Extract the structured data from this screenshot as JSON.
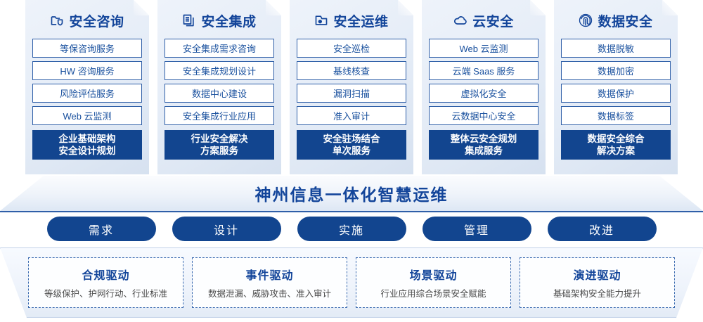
{
  "columns": [
    {
      "icon": "folder-shield-icon",
      "title": "安全咨询",
      "items": [
        "等保咨询服务",
        "HW 咨询服务",
        "风险评估服务",
        "Web 云监测"
      ],
      "accent_line1": "企业基础架构",
      "accent_line2": "安全设计规划"
    },
    {
      "icon": "documents-copy-icon",
      "title": "安全集成",
      "items": [
        "安全集成需求咨询",
        "安全集成规划设计",
        "数据中心建设",
        "安全集成行业应用"
      ],
      "accent_line1": "行业安全解决",
      "accent_line2": "方案服务"
    },
    {
      "icon": "pie-chart-frame-icon",
      "title": "安全运维",
      "items": [
        "安全巡检",
        "基线核查",
        "漏洞扫描",
        "准入审计"
      ],
      "accent_line1": "安全驻场结合",
      "accent_line2": "单次服务"
    },
    {
      "icon": "cloud-icon",
      "title": "云安全",
      "items": [
        "Web 云监测",
        "云端 Saas 服务",
        "虚拟化安全",
        "云数据中心安全"
      ],
      "accent_line1": "整体云安全规划",
      "accent_line2": "集成服务"
    },
    {
      "icon": "fingerprint-icon",
      "title": "数据安全",
      "items": [
        "数据脱敏",
        "数据加密",
        "数据保护",
        "数据标签"
      ],
      "accent_line1": "数据安全综合",
      "accent_line2": "解决方案"
    }
  ],
  "banner": {
    "text": "神州信息一体化智慧运维"
  },
  "pills": [
    {
      "label": "需求"
    },
    {
      "label": "设计"
    },
    {
      "label": "实施"
    },
    {
      "label": "管理"
    },
    {
      "label": "改进"
    }
  ],
  "drivers": [
    {
      "title": "合规驱动",
      "subtitle": "等级保护、护网行动、行业标准"
    },
    {
      "title": "事件驱动",
      "subtitle": "数据泄漏、威胁攻击、准入审计"
    },
    {
      "title": "场景驱动",
      "subtitle": "行业应用综合场景安全赋能"
    },
    {
      "title": "演进驱动",
      "subtitle": "基础架构安全能力提升"
    }
  ],
  "colors": {
    "accent_blue": "#12458f",
    "title_blue": "#13459a",
    "border_blue": "#2f5fa8",
    "text_gray": "#4a4a4a"
  }
}
